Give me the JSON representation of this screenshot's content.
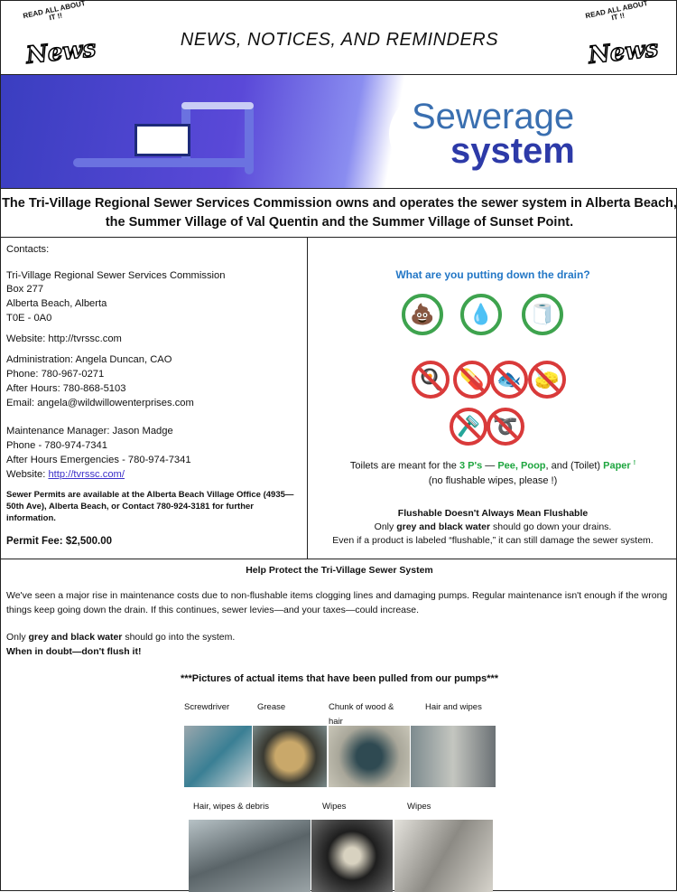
{
  "header": {
    "title": "NEWS, NOTICES, AND REMINDERS",
    "logo_text": "News",
    "logo_bubble": "READ ALL ABOUT IT !!"
  },
  "banner": {
    "line1": "Sewerage",
    "line2": "system"
  },
  "intro": {
    "text": "The Tri-Village Regional Sewer Services Commission owns and operates the sewer system in Alberta Beach, the Summer Village of Val Quentin and the Summer Village of Sunset Point."
  },
  "contacts": {
    "heading": "Contacts:",
    "org": "Tri-Village Regional Sewer Services Commission",
    "box": "Box 277",
    "city": "Alberta Beach, Alberta",
    "postal": "T0E - 0A0",
    "website1": "Website: http://tvrssc.com",
    "admin": "Administration: Angela Duncan, CAO",
    "phone": "Phone: 780-967-0271",
    "after_hours": "After Hours: 780-868-5103",
    "email": "Email: angela@wildwillowenterprises.com",
    "maint": "Maintenance Manager: Jason Madge",
    "maint_phone": "Phone - 780-974-7341",
    "emergencies": "After Hours Emergencies - 780-974-7341",
    "website2_label": "Website: ",
    "website2_link": "http://tvrssc.com/",
    "permits": "Sewer Permits are available at the Alberta Beach Village Office (4935—50th Ave), Alberta Beach, or Contact 780-924-3181 for further information.",
    "fee": "Permit Fee: $2,500.00"
  },
  "drain": {
    "question": "What are you putting down the drain?",
    "toilets_pre": "Toilets are meant for the ",
    "threeps": "3 P's",
    "dash": " — ",
    "pee": "Pee, Poop",
    "and": ", and (Toilet) ",
    "paper": "Paper",
    "sup": "!",
    "nowipes": "(no flushable wipes, please !)",
    "flush_title": "Flushable Doesn't Always Mean Flushable",
    "only_pre": "Only ",
    "only_bold": "grey and black water",
    "only_post": " should go down your drains.",
    "even": "Even if a product is labeled “flushable,” it can still damage the sewer system."
  },
  "protect": {
    "title": "Help Protect the Tri-Village Sewer System",
    "para": "We've seen a major rise in maintenance costs due to non-flushable items clogging lines and damaging pumps. Regular maintenance isn't enough if the wrong things keep going down the drain. If this continues, sewer levies—and your taxes—could increase.",
    "only_pre": "Only ",
    "only_bold": "grey and black water",
    "only_post": " should go into the system.",
    "doubt": "When in doubt—don't flush it!",
    "pictures": "***Pictures of actual items that have been pulled from our pumps***",
    "photos": [
      "Screwdriver",
      "Grease",
      "Chunk of wood & hair",
      "Hair and wipes",
      "Hair, wipes & debris",
      "Wipes",
      "Wipes"
    ]
  }
}
